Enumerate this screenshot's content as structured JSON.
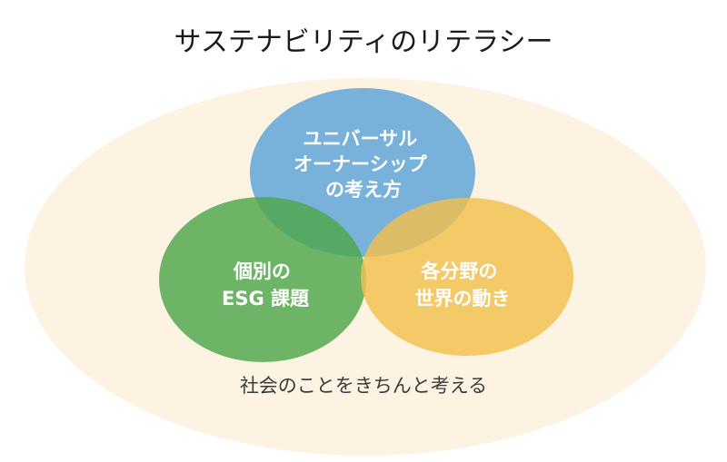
{
  "title": "サステナビリティのリテラシー",
  "outer": {
    "label": "社会のことをきちんと考える",
    "color": "#fdf3e2"
  },
  "circles": {
    "top": {
      "lines": [
        "ユニバーサル",
        "オーナーシップ",
        "の考え方"
      ],
      "color": "#5aa3d9"
    },
    "left": {
      "lines": [
        "個別の",
        "ESG 課題"
      ],
      "color": "#4ea64a"
    },
    "right": {
      "lines": [
        "各分野の",
        "世界の動き"
      ],
      "color": "#f2c04d"
    }
  }
}
